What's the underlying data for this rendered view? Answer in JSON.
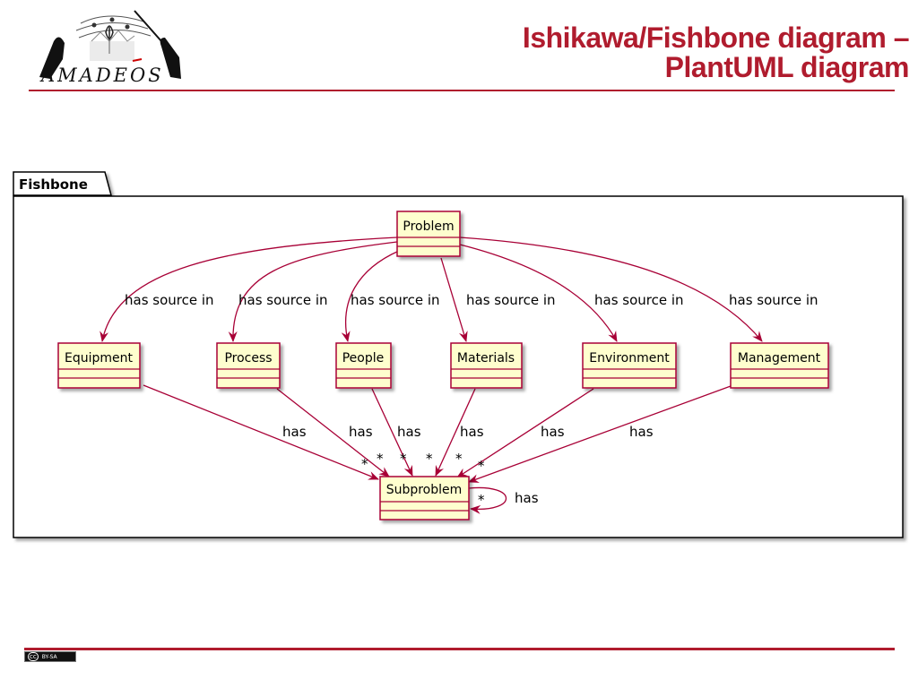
{
  "header": {
    "logo_text": "AMADEOS",
    "title_line1": "Ishikawa/Fishbone diagram –",
    "title_line2": "PlantUML diagram"
  },
  "diagram": {
    "package_label": "Fishbone",
    "root_class": "Problem",
    "cause_classes": [
      "Equipment",
      "Process",
      "People",
      "Materials",
      "Environment",
      "Management"
    ],
    "target_class": "Subproblem",
    "source_labels": [
      "has source in",
      "has source in",
      "has source in",
      "has source in",
      "has source in",
      "has source in"
    ],
    "has_labels": [
      "has",
      "has",
      "has",
      "has",
      "has",
      "has"
    ],
    "self_label": "has",
    "multiplicity": "*"
  },
  "footer": {
    "license_badge": "BY-SA",
    "cc_mark": "cc"
  },
  "colors": {
    "accent": "#b01c2e",
    "class_fill": "#fefece",
    "class_border": "#a80036",
    "arrow": "#a80036"
  }
}
